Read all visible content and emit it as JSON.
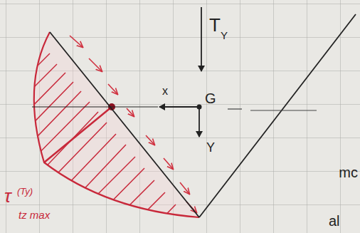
{
  "diagram": {
    "labels": [
      "T",
      "Y",
      "G",
      "x",
      "Y",
      "τ",
      "(Ty)",
      "tz max",
      "mc",
      "al"
    ]
  }
}
